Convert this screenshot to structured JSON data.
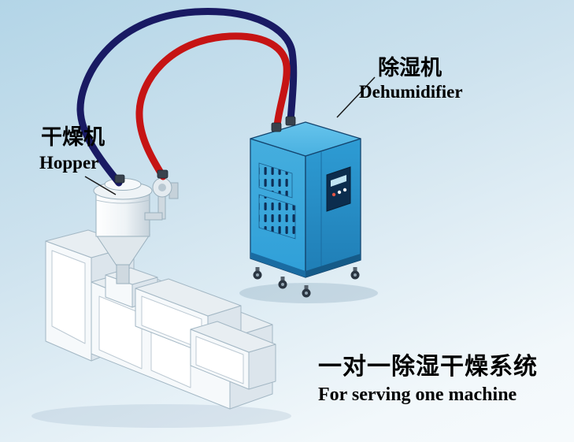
{
  "labels": {
    "hopper": {
      "cn": "干燥机",
      "en": "Hopper"
    },
    "dehumidifier": {
      "cn": "除湿机",
      "en": "Dehumidifier"
    },
    "caption": {
      "cn": "一对一除湿干燥系统",
      "en": "For serving one machine"
    }
  },
  "colors": {
    "hose_red": "#c61414",
    "hose_navy": "#191a63",
    "dehumidifier_blue": "#2f9fd8",
    "dehumidifier_blue_light": "#66c4ec",
    "dehumidifier_blue_dark": "#1f7db5",
    "machine_body": "#f2f6f9",
    "outline_navy": "#14456f",
    "background_top": "#b3d5e7",
    "background_bottom": "#f2f8fb",
    "label_text": "#000000"
  }
}
